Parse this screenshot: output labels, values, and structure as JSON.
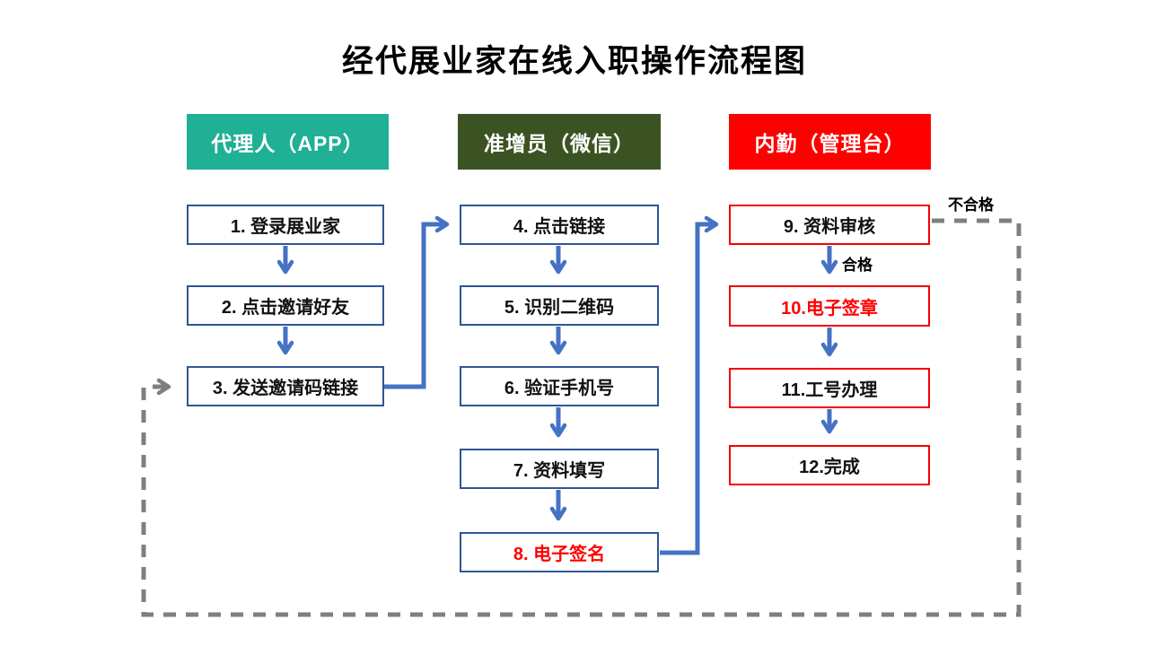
{
  "title": "经代展业家在线入职操作流程图",
  "lanes": [
    {
      "id": "agent",
      "label": "代理人（APP）"
    },
    {
      "id": "recruit",
      "label": "准增员（微信）"
    },
    {
      "id": "admin",
      "label": "内勤（管理台）"
    }
  ],
  "boxes": [
    {
      "id": "1",
      "lane": "agent",
      "label": "1. 登录展业家",
      "text_color": "black"
    },
    {
      "id": "2",
      "lane": "agent",
      "label": "2. 点击邀请好友",
      "text_color": "black"
    },
    {
      "id": "3",
      "lane": "agent",
      "label": "3. 发送邀请码链接",
      "text_color": "black"
    },
    {
      "id": "4",
      "lane": "recruit",
      "label": "4. 点击链接",
      "text_color": "black"
    },
    {
      "id": "5",
      "lane": "recruit",
      "label": "5. 识别二维码",
      "text_color": "black"
    },
    {
      "id": "6",
      "lane": "recruit",
      "label": "6. 验证手机号",
      "text_color": "black"
    },
    {
      "id": "7",
      "lane": "recruit",
      "label": "7. 资料填写",
      "text_color": "black"
    },
    {
      "id": "8",
      "lane": "recruit",
      "label": "8. 电子签名",
      "text_color": "red"
    },
    {
      "id": "9",
      "lane": "admin",
      "label": "9. 资料审核",
      "text_color": "black"
    },
    {
      "id": "10",
      "lane": "admin",
      "label": "10.电子签章",
      "text_color": "red"
    },
    {
      "id": "11",
      "lane": "admin",
      "label": "11.工号办理",
      "text_color": "black"
    },
    {
      "id": "12",
      "lane": "admin",
      "label": "12.完成",
      "text_color": "black"
    }
  ],
  "edge_labels": {
    "pass": "合格",
    "fail": "不合格"
  },
  "edges": [
    {
      "from": "1",
      "to": "2",
      "style": "solid-blue"
    },
    {
      "from": "2",
      "to": "3",
      "style": "solid-blue"
    },
    {
      "from": "3",
      "to": "4",
      "style": "solid-blue-elbow"
    },
    {
      "from": "4",
      "to": "5",
      "style": "solid-blue"
    },
    {
      "from": "5",
      "to": "6",
      "style": "solid-blue"
    },
    {
      "from": "6",
      "to": "7",
      "style": "solid-blue"
    },
    {
      "from": "7",
      "to": "8",
      "style": "solid-blue"
    },
    {
      "from": "8",
      "to": "9",
      "style": "solid-blue-elbow"
    },
    {
      "from": "9",
      "to": "10",
      "style": "solid-blue",
      "label": "合格"
    },
    {
      "from": "10",
      "to": "11",
      "style": "solid-blue"
    },
    {
      "from": "11",
      "to": "12",
      "style": "solid-blue"
    },
    {
      "from": "9",
      "to": "3",
      "style": "dashed-gray",
      "label": "不合格"
    }
  ],
  "colors": {
    "lane_agent": "#1FB095",
    "lane_recruit": "#3B5323",
    "lane_admin": "#FE0000",
    "arrow_blue": "#4472C4",
    "border_blue": "#2F5597",
    "border_red": "#F20000",
    "text_red": "#FF0000",
    "dashed_gray": "#7F7F7F"
  }
}
